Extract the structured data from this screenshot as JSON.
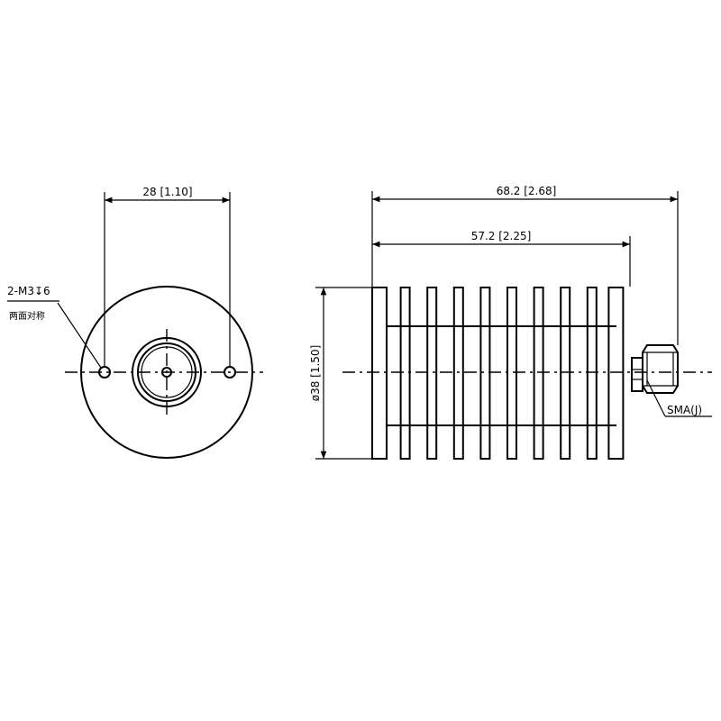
{
  "front_view": {
    "hole_spacing_label": "28 [1.10]",
    "hole_callout_line1": "2-M3↧6",
    "hole_callout_line2": "两面对称"
  },
  "side_view": {
    "overall_length_label": "68.2 [2.68]",
    "body_length_label": "57.2 [2.25]",
    "diameter_label": "ø38 [1.50]",
    "connector_label": "SMA(J)",
    "fin_count": 10
  }
}
